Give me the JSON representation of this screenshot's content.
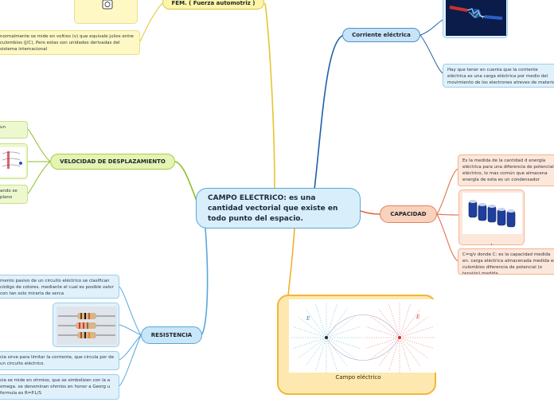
{
  "central": {
    "text": "CAMPO ELECTRICO: es una cantidad vectorial que existe en todo punto del espacio."
  },
  "branches": {
    "fem": {
      "label": "FEM. ( Fuerza automotriz )",
      "note": "normalmente se mide en voltios (v) que equivale julios entre culombios (J/C), Pero estas son unidades derivadas del sistema internacional"
    },
    "corriente": {
      "label": "Corriente eléctrica",
      "note": "Hay que tener en cuenta que la corriente eléctrica es una carga eléctrica por medio del movimiento de los electrones atreves de material conductor. existen"
    },
    "velocidad": {
      "label": "VELOCIDAD DE DESPLAZAMIENTO",
      "note_top": "un",
      "note_bottom": "ando se plano"
    },
    "capacidad": {
      "label": "CAPACIDAD",
      "note_top": "Es la medida de la cantidad d energía eléctrica para una diferencia de potencial eléctrico, lo mas común que almacena energía de esta es un condensador",
      "image_caption": ",",
      "note_bottom": "C=q/v donde C: es la capacidad medida en. carga eléctrica almacenada medida en culombios diferencia de potencial (o tensión) medida"
    },
    "resistencia": {
      "label": "RESISTENCIA",
      "note_1": "mento pasivo de un circuito eléctrico se clasifican código de colores. mediante el cual es posible valor con tan solo mirarla de serca",
      "note_2": "cia sirve para limitar la corriente, que circula por de un circuito eléctrico.",
      "note_3": "cia se mide en ohmios, que se simbolizan con la a omega. se denominan ohmios en honor a Georg u formula es R=P.L/S"
    },
    "campo": {
      "caption": "Campo eléctrico",
      "label_e_left": "E",
      "label_e_right": "E"
    }
  },
  "colors": {
    "blue": "#1f5fa8",
    "yellow": "#e6c531",
    "green": "#8cbf26",
    "red": "#e0673a",
    "orange": "#f0b02a",
    "lightblue": "#56a8dc"
  }
}
